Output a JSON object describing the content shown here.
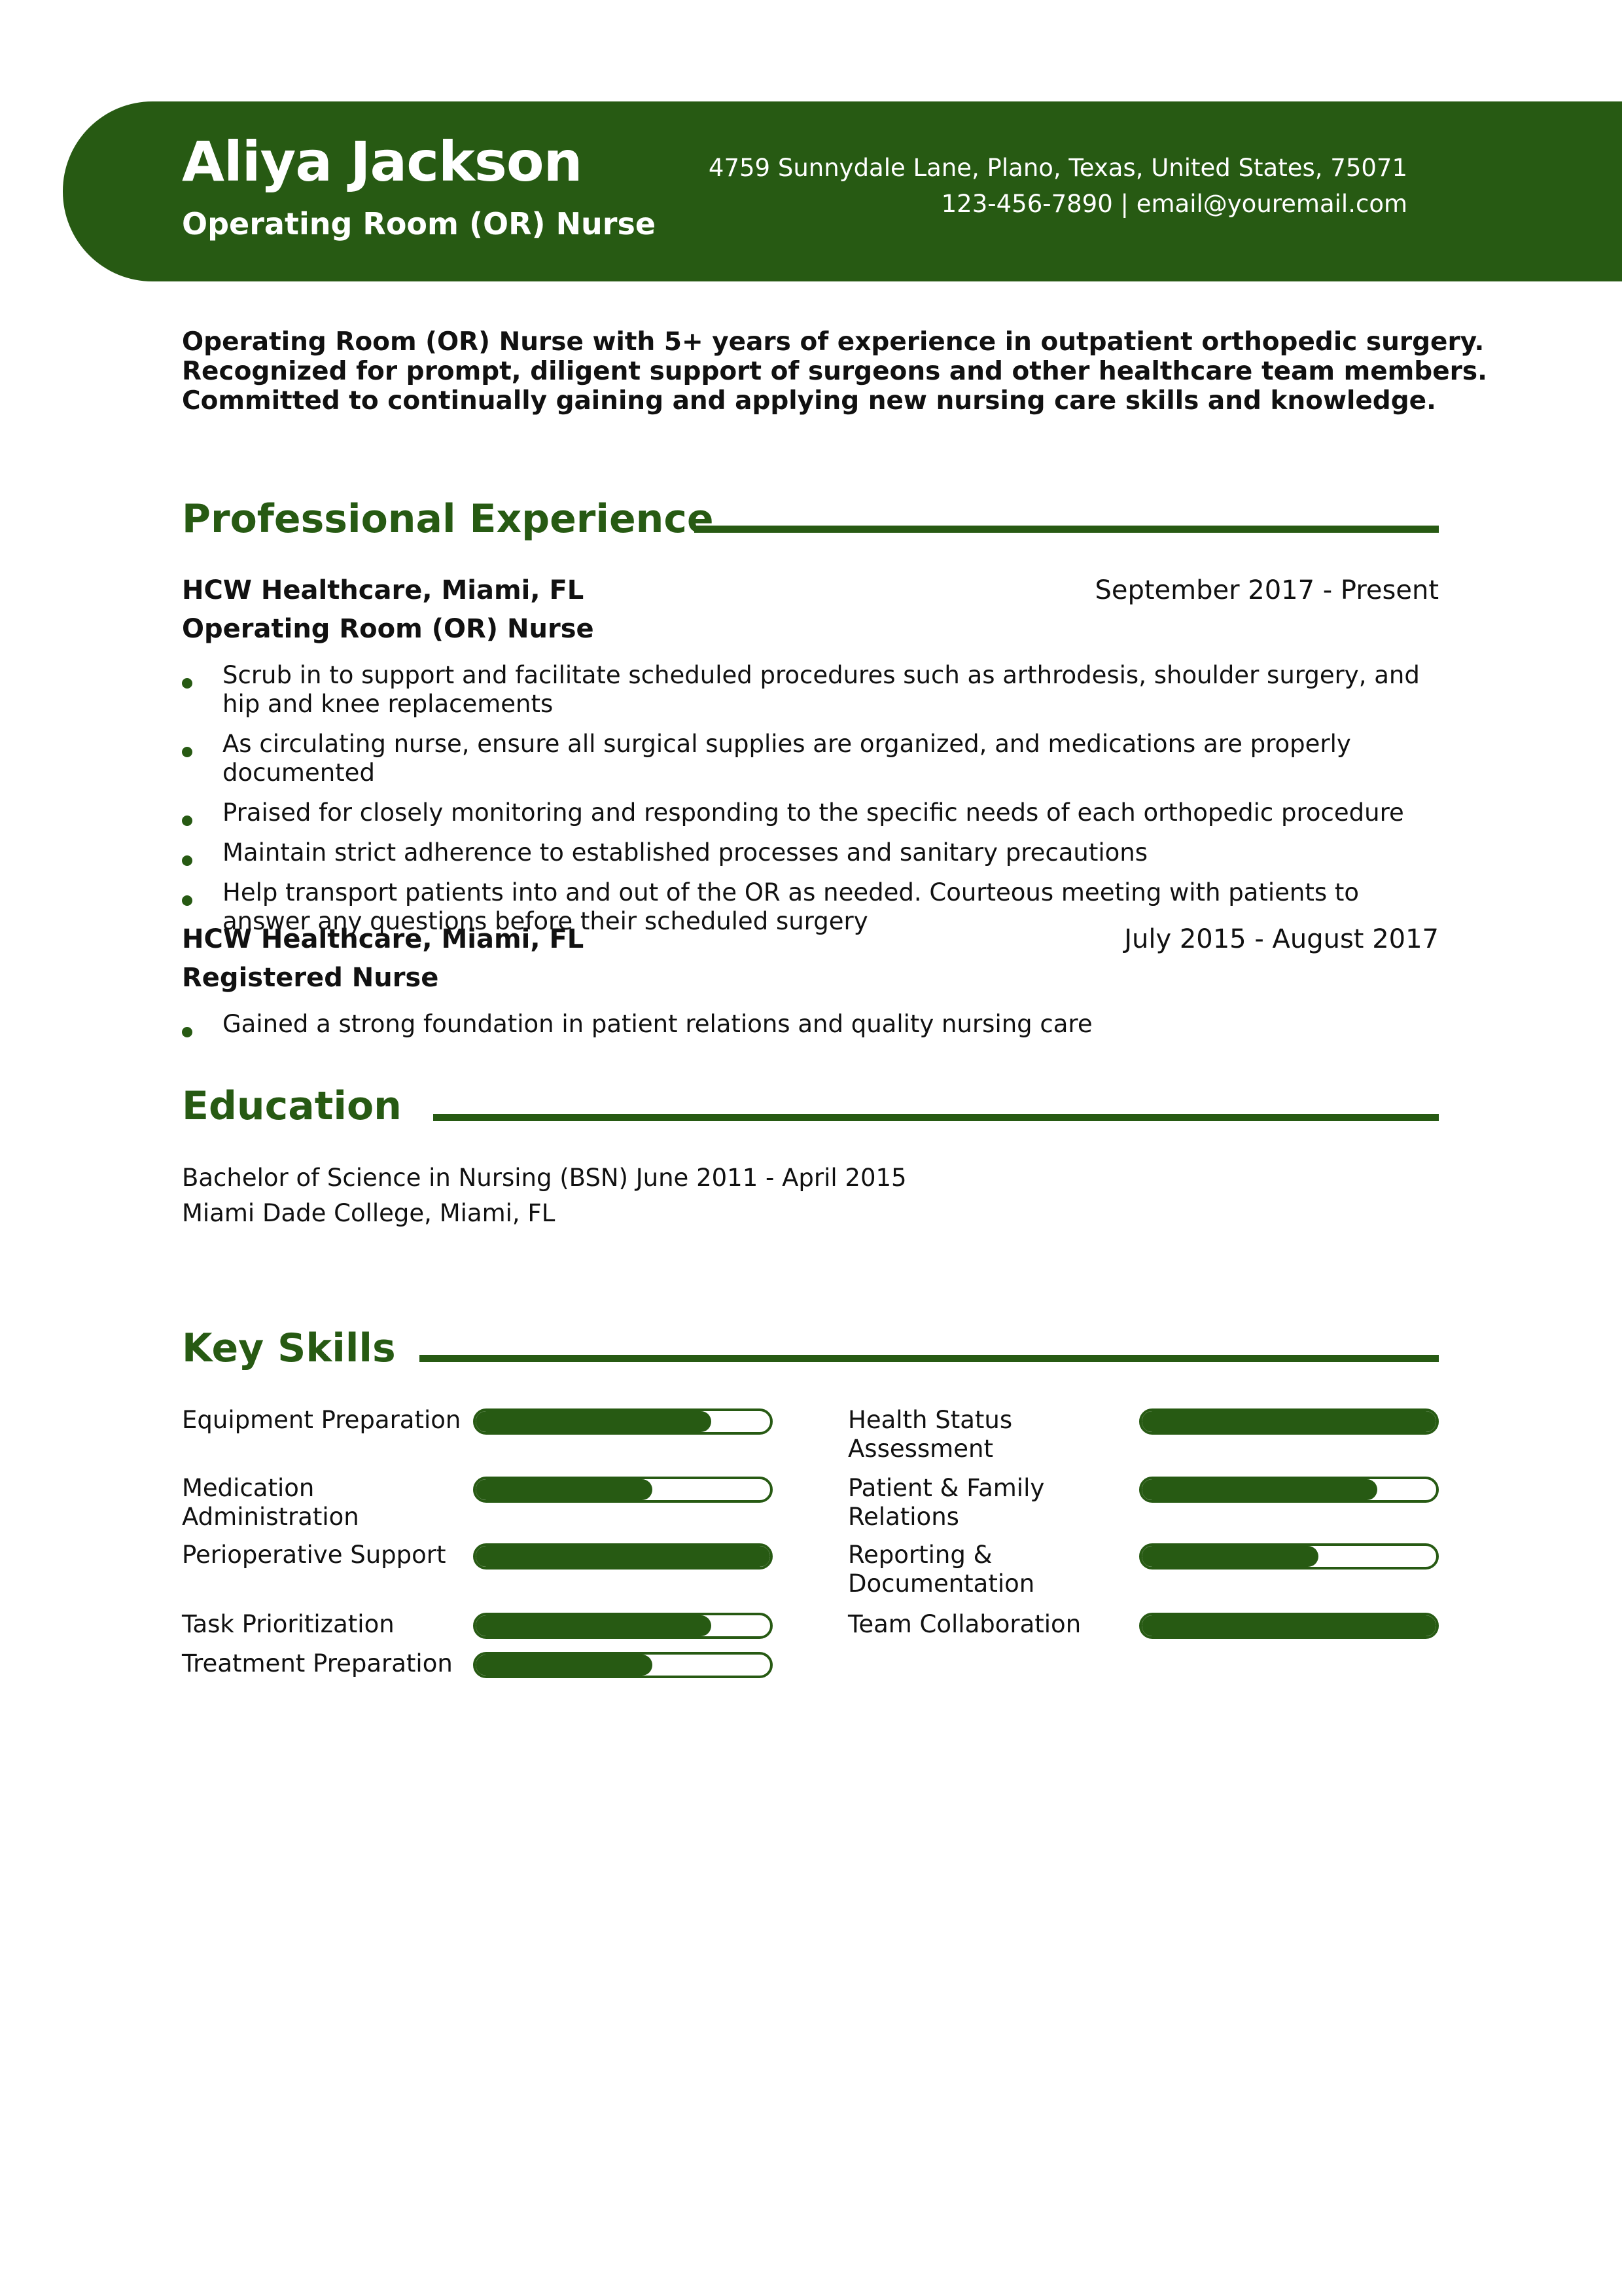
{
  "colors": {
    "accent": "#275a13",
    "text": "#111111",
    "background": "#ffffff"
  },
  "header": {
    "name": "Aliya Jackson",
    "role": "Operating Room (OR) Nurse",
    "address": "4759 Sunnydale Lane, Plano, Texas, United States, 75071",
    "phone": "123-456-7890",
    "separator": "|",
    "email": "email@youremail.com"
  },
  "summary": [
    "Operating Room (OR) Nurse with 5+ years of experience in outpatient orthopedic surgery.",
    "Recognized for prompt, diligent support of surgeons and other healthcare team members.",
    "Committed to continually gaining and applying new nursing care skills and knowledge."
  ],
  "experience": {
    "title": "Professional Experience",
    "jobs": [
      {
        "company": "HCW Healthcare, Miami, FL",
        "dates": "September 2017 - Present",
        "title": "Operating Room (OR) Nurse",
        "bullets": [
          "Scrub in to support and facilitate scheduled procedures such as arthrodesis, shoulder surgery, and hip and knee replacements",
          "As circulating nurse, ensure all surgical supplies are organized, and medications are properly documented",
          "Praised for closely monitoring and responding to the specific needs of each orthopedic procedure",
          "Maintain strict adherence to established processes and sanitary precautions",
          "Help transport patients into and out of the OR as needed. Courteous meeting with patients to answer any questions before their scheduled surgery"
        ]
      },
      {
        "company": "HCW Healthcare, Miami, FL",
        "dates": "July 2015 - August 2017",
        "title": "Registered Nurse",
        "bullets": [
          "Gained a strong foundation in patient relations and quality nursing care"
        ]
      }
    ]
  },
  "education": {
    "title": "Education",
    "degree_line": "Bachelor of Science in Nursing (BSN)  June 2011 - April 2015",
    "school_line": "Miami Dade College, Miami, FL"
  },
  "skills": {
    "title": "Key Skills",
    "items": [
      {
        "label": "Equipment Preparation",
        "level": 0.8
      },
      {
        "label": "Health Status Assessment",
        "level": 1.0
      },
      {
        "label": "Medication Administration",
        "level": 0.6
      },
      {
        "label": "Patient & Family Relations",
        "level": 0.8
      },
      {
        "label": "Perioperative Support",
        "level": 1.0
      },
      {
        "label": "Reporting & Documentation",
        "level": 0.6
      },
      {
        "label": "Task Prioritization",
        "level": 0.8
      },
      {
        "label": "Team Collaboration",
        "level": 1.0
      },
      {
        "label": "Treatment Preparation",
        "level": 0.6
      }
    ]
  }
}
